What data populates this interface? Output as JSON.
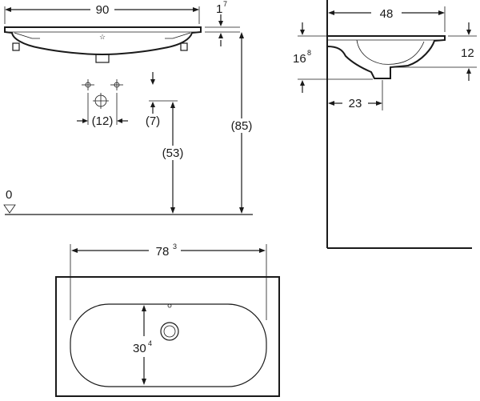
{
  "drawing": {
    "front_view": {
      "width_main": "90",
      "rim_height_main": "1",
      "rim_height_sup": "7",
      "tap_spacing": "(12)",
      "tap_offset": "(7)",
      "outlet_height": "(53)",
      "total_height": "(85)",
      "floor_label": "0"
    },
    "side_view": {
      "depth": "48",
      "bowl_depth_main": "16",
      "bowl_depth_sup": "8",
      "right_height": "12",
      "outlet_offset": "23"
    },
    "top_view": {
      "inner_width_main": "78",
      "inner_width_sup": "3",
      "inner_depth_main": "30",
      "inner_depth_sup": "4"
    }
  }
}
